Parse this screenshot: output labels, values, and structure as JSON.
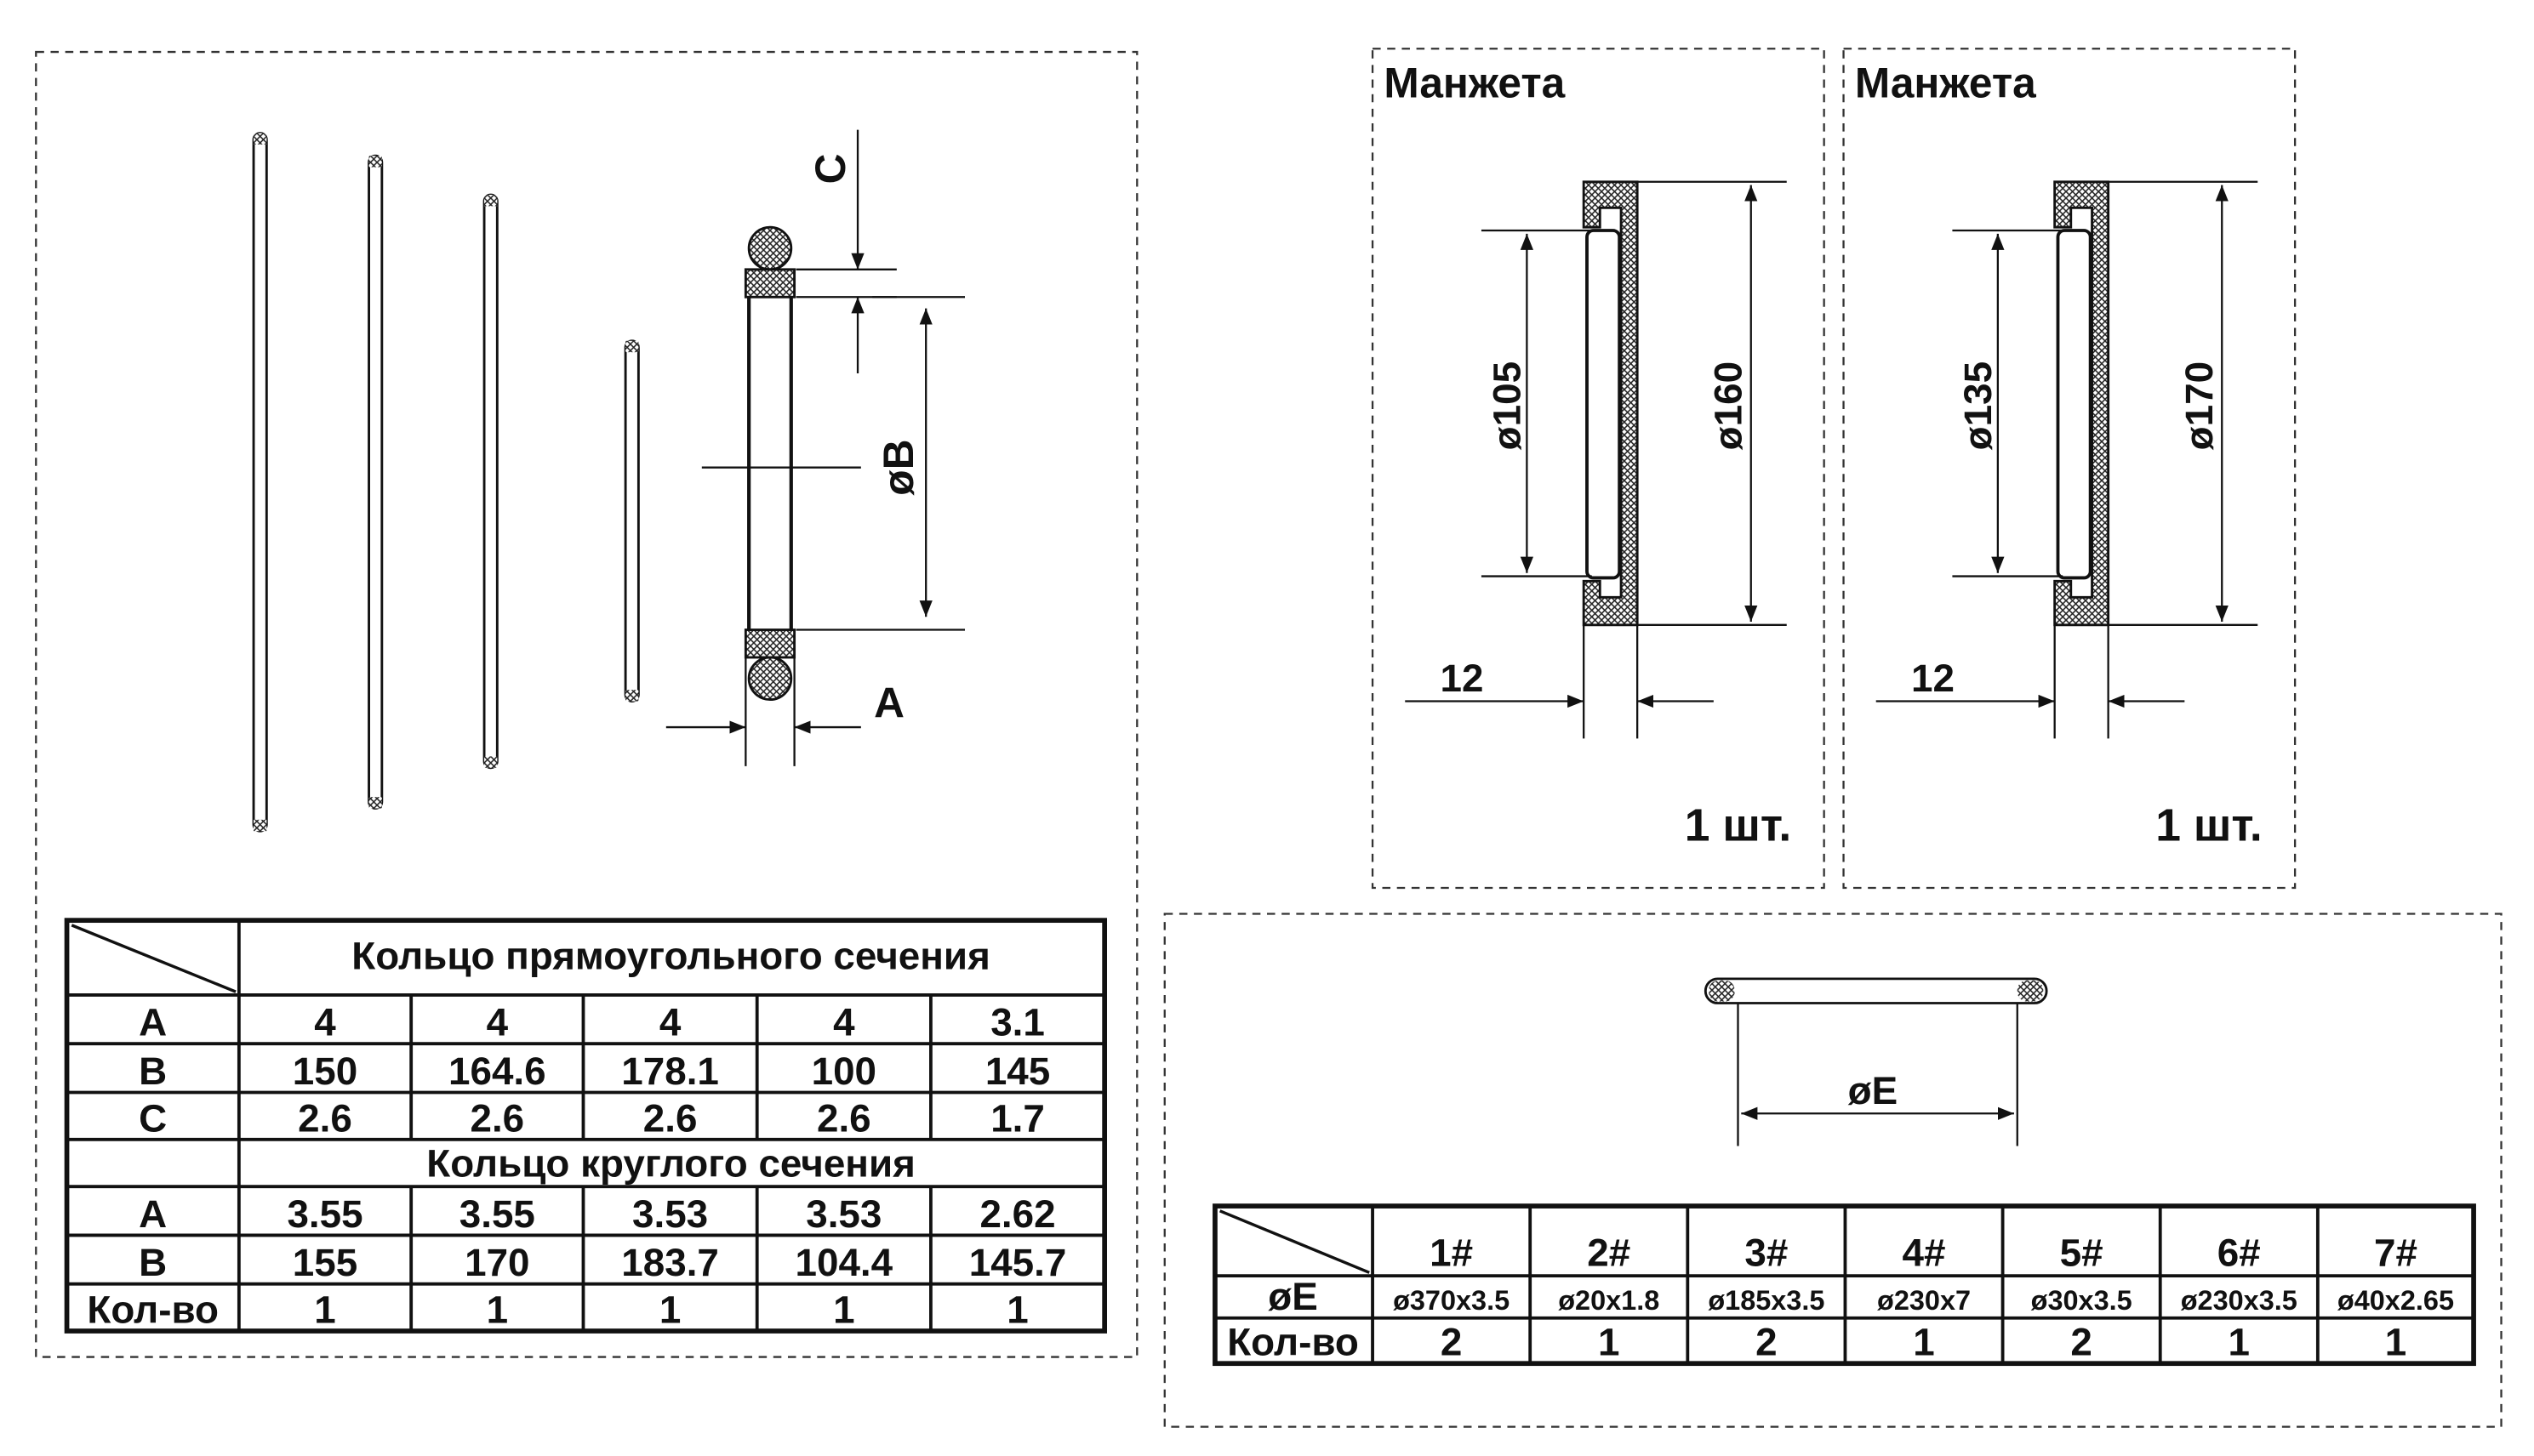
{
  "left_panel": {
    "dim_c": "C",
    "dim_b": "øB",
    "dim_a": "A",
    "table": {
      "title_rect": "Кольцо прямоугольного сечения",
      "title_round": "Кольцо круглого сечения",
      "rect_rows": [
        {
          "label": "A",
          "values": [
            "4",
            "4",
            "4",
            "4",
            "3.1"
          ]
        },
        {
          "label": "B",
          "values": [
            "150",
            "164.6",
            "178.1",
            "100",
            "145"
          ]
        },
        {
          "label": "C",
          "values": [
            "2.6",
            "2.6",
            "2.6",
            "2.6",
            "1.7"
          ]
        }
      ],
      "round_rows": [
        {
          "label": "A",
          "values": [
            "3.55",
            "3.55",
            "3.53",
            "3.53",
            "2.62"
          ]
        },
        {
          "label": "B",
          "values": [
            "155",
            "170",
            "183.7",
            "104.4",
            "145.7"
          ]
        },
        {
          "label": "Кол-во",
          "values": [
            "1",
            "1",
            "1",
            "1",
            "1"
          ]
        }
      ]
    }
  },
  "cuffs": [
    {
      "title": "Манжета",
      "inner_d": "ø105",
      "outer_d": "ø160",
      "width": "12",
      "qty": "1 шт."
    },
    {
      "title": "Манжета",
      "inner_d": "ø135",
      "outer_d": "ø170",
      "width": "12",
      "qty": "1 шт."
    }
  ],
  "oring_panel": {
    "dim_e": "øE",
    "table": {
      "headers": [
        "1#",
        "2#",
        "3#",
        "4#",
        "5#",
        "6#",
        "7#"
      ],
      "rows": [
        {
          "label": "øE",
          "values": [
            "ø370x3.5",
            "ø20x1.8",
            "ø185x3.5",
            "ø230x7",
            "ø30x3.5",
            "ø230x3.5",
            "ø40x2.65"
          ]
        },
        {
          "label": "Кол-во",
          "values": [
            "2",
            "1",
            "2",
            "1",
            "2",
            "1",
            "1"
          ]
        }
      ]
    }
  }
}
